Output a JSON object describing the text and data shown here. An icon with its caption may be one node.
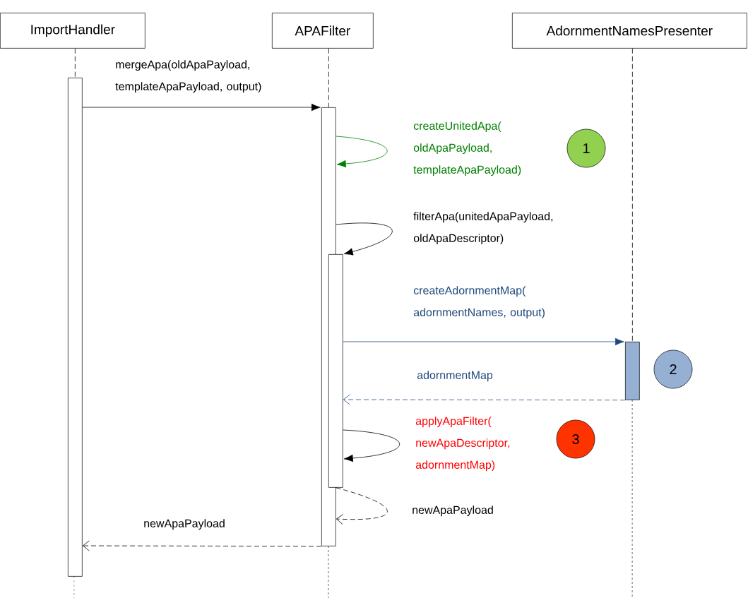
{
  "diagram": {
    "nodes": [
      {
        "text": [
          "ImportHandler"
        ]
      },
      {
        "text": [
          "APAFilter"
        ]
      },
      {
        "text": [
          "AdornmentNamesPresenter"
        ]
      },
      {
        "text": [],
        "shape": "bar"
      },
      {
        "text": [],
        "shape": "bar"
      },
      {
        "text": [],
        "shape": "bar"
      },
      {
        "text": [],
        "shape": "bar"
      },
      {
        "text": [
          "1"
        ]
      },
      {
        "text": [
          "2"
        ]
      },
      {
        "text": [
          "3"
        ]
      }
    ],
    "edges": [
      {
        "from": 0,
        "to": 3,
        "arrow": "none",
        "style": "dashed"
      },
      {
        "from": 1,
        "to": 4,
        "arrow": "none",
        "style": "dashed"
      },
      {
        "from": 2,
        "to": 6,
        "arrow": "none",
        "style": "dashed"
      },
      {
        "from": 3,
        "to": 4,
        "arrow": "to",
        "label": "mergeApa(oldApaPayload, templateApaPayload, output)"
      },
      {
        "from": 4,
        "to": 4,
        "arrow": "to",
        "color": "#008000",
        "label": "createUnitedApa( oldApaPayload, templateApaPayload)"
      },
      {
        "from": 4,
        "to": 5,
        "arrow": "to",
        "label": "filterApa(unitedApaPayload, oldApaDescriptor)"
      },
      {
        "from": 5,
        "to": 6,
        "arrow": "to",
        "color": "#1f497d",
        "label": "createAdornmentMap( adornmentNames, output)"
      },
      {
        "from": 6,
        "to": 5,
        "arrow": "to",
        "style": "dashed",
        "color": "#1f497d",
        "label": "adornmentMap"
      },
      {
        "from": 5,
        "to": 5,
        "arrow": "to",
        "label": "applyApaFilter( newApaDescriptor, adornmentMap)"
      },
      {
        "from": 5,
        "to": 4,
        "arrow": "to",
        "style": "dashed",
        "label": "newApaPayload"
      },
      {
        "from": 4,
        "to": 3,
        "arrow": "to",
        "style": "dashed",
        "label": "newApaPayload"
      }
    ]
  }
}
